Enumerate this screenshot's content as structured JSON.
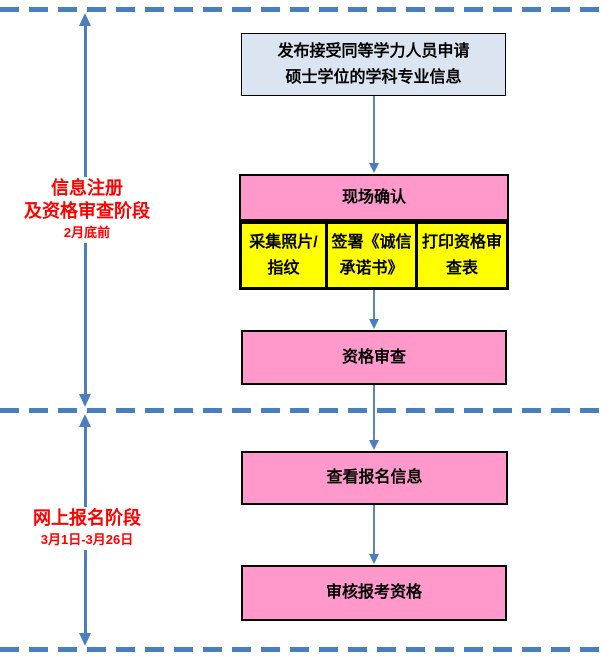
{
  "stage1": {
    "title_line1": "信息注册",
    "title_line2": "及资格审查阶段",
    "date": "2月底前"
  },
  "stage2": {
    "title": "网上报名阶段",
    "date": "3月1日-3月26日"
  },
  "flow": {
    "announce": {
      "line1": "发布接受同等学力人员申请",
      "line2": "硕士学位的学科专业信息"
    },
    "onsite_confirm": "现场确认",
    "substeps": [
      {
        "line1": "采集照片/",
        "line2": "指纹"
      },
      {
        "line1": "签署《诚信",
        "line2": "承诺书》"
      },
      {
        "line1": "打印资格审",
        "line2": "查表"
      }
    ],
    "qualification_review": "资格审查",
    "view_registration": "查看报名信息",
    "review_eligibility": "审核报考资格"
  },
  "colors": {
    "accent_blue": "#4a7ebc",
    "stage_text_red": "#ff0000",
    "box_pink": "#ff99cc",
    "box_yellow": "#ffff00",
    "box_lightblue": "#dbe5f1",
    "border_black": "#000000"
  }
}
